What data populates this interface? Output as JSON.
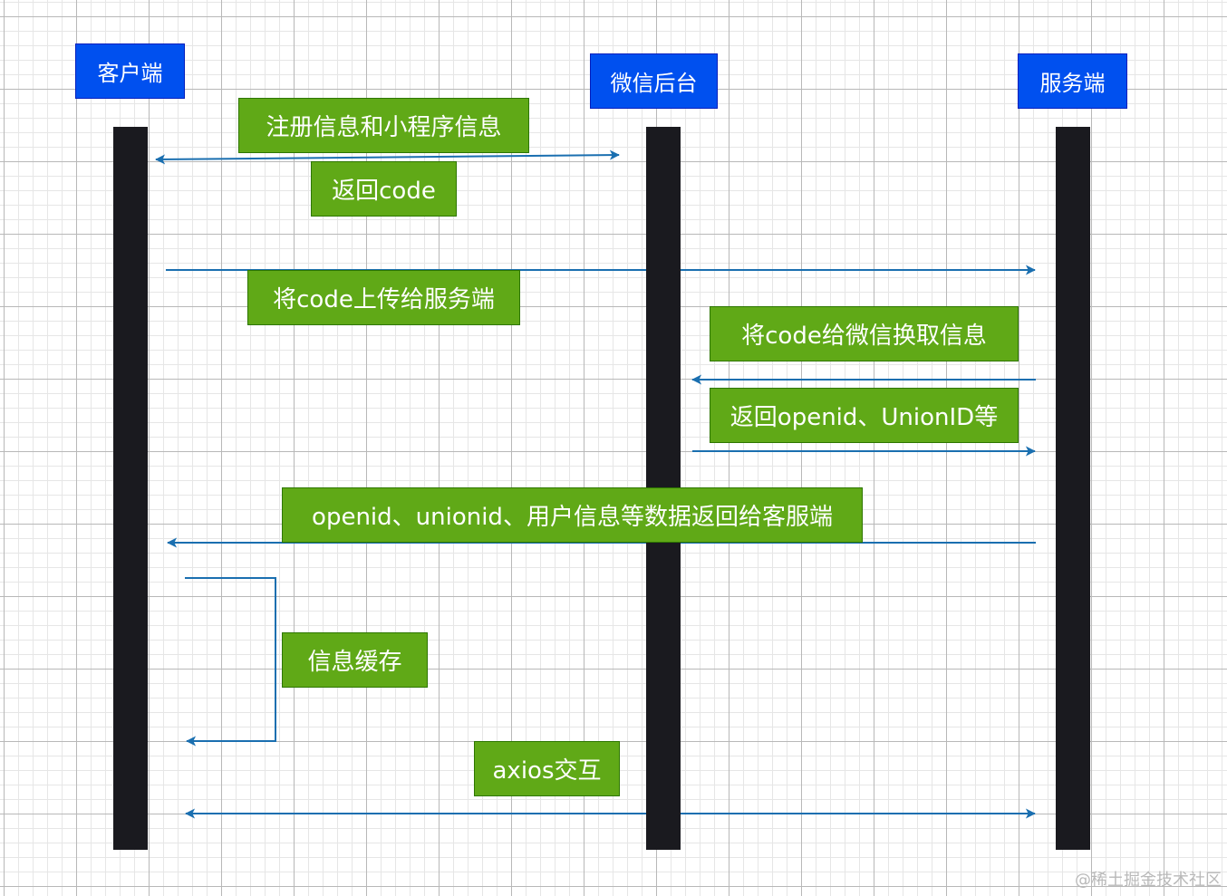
{
  "actors": {
    "client": "客户端",
    "wechat": "微信后台",
    "server": "服务端"
  },
  "messages": {
    "register": "注册信息和小程序信息",
    "return_code": "返回code",
    "upload_code": "将code上传给服务端",
    "exchange_info": "将code给微信换取信息",
    "return_openid": "返回openid、UnionID等",
    "return_data": "openid、unionid、用户信息等数据返回给客服端",
    "cache": "信息缓存",
    "axios": "axios交互"
  },
  "watermark": "@稀土掘金技术社区",
  "colors": {
    "actor_fill": "#0050ef",
    "note_fill": "#60a917",
    "lifeline": "#1a1a1f",
    "arrow": "#1a6fb0"
  }
}
